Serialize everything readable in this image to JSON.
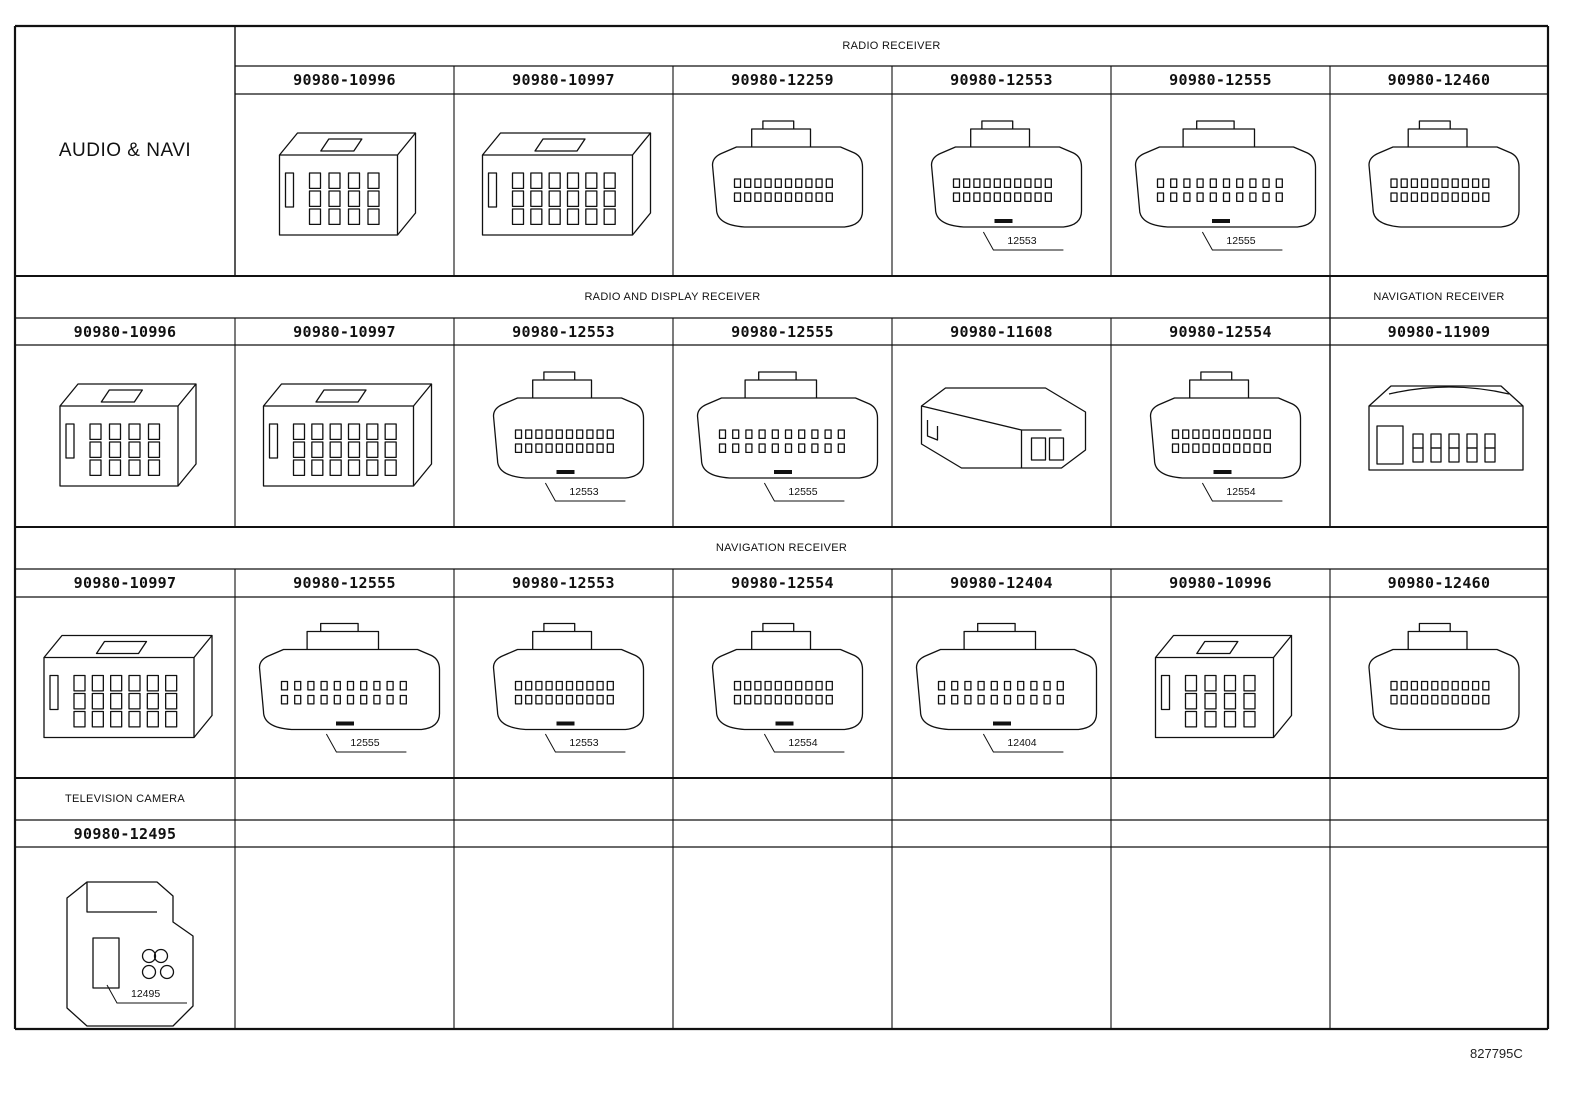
{
  "sheet": {
    "main_label": "AUDIO & NAVI",
    "drawing_id": "827795C"
  },
  "sections": [
    {
      "title": "RADIO RECEIVER",
      "parts": [
        {
          "part_number": "90980-10996",
          "style": "box-connector-small",
          "callout": ""
        },
        {
          "part_number": "90980-10997",
          "style": "box-connector-wide",
          "callout": ""
        },
        {
          "part_number": "90980-12259",
          "style": "pin-header-rounded",
          "callout": ""
        },
        {
          "part_number": "90980-12553",
          "style": "pin-header-latched",
          "callout": "12553"
        },
        {
          "part_number": "90980-12555",
          "style": "pin-header-wide",
          "callout": "12555"
        },
        {
          "part_number": "90980-12460",
          "style": "pin-header-rounded",
          "callout": ""
        }
      ]
    },
    {
      "title": "RADIO AND DISPLAY RECEIVER",
      "parts": [
        {
          "part_number": "90980-10996",
          "style": "box-connector-small",
          "callout": ""
        },
        {
          "part_number": "90980-10997",
          "style": "box-connector-wide",
          "callout": ""
        },
        {
          "part_number": "90980-12553",
          "style": "pin-header-latched",
          "callout": "12553"
        },
        {
          "part_number": "90980-12555",
          "style": "pin-header-wide",
          "callout": "12555"
        },
        {
          "part_number": "90980-11608",
          "style": "two-hole-plug",
          "callout": ""
        },
        {
          "part_number": "90980-12554",
          "style": "pin-header-latched",
          "callout": "12554"
        }
      ]
    },
    {
      "title": "NAVIGATION RECEIVER",
      "parts": [
        {
          "part_number": "90980-11909",
          "style": "clip-connector",
          "callout": ""
        }
      ]
    },
    {
      "title": "NAVIGATION RECEIVER",
      "parts": [
        {
          "part_number": "90980-10997",
          "style": "box-connector-wide",
          "callout": ""
        },
        {
          "part_number": "90980-12555",
          "style": "pin-header-wide",
          "callout": "12555"
        },
        {
          "part_number": "90980-12553",
          "style": "pin-header-latched",
          "callout": "12553"
        },
        {
          "part_number": "90980-12554",
          "style": "pin-header-latched",
          "callout": "12554"
        },
        {
          "part_number": "90980-12404",
          "style": "pin-header-block",
          "callout": "12404"
        },
        {
          "part_number": "90980-10996",
          "style": "box-connector-small",
          "callout": ""
        },
        {
          "part_number": "90980-12460",
          "style": "pin-header-rounded",
          "callout": ""
        }
      ]
    },
    {
      "title": "TELEVISION CAMERA",
      "parts": [
        {
          "part_number": "90980-12495",
          "style": "camera-connector",
          "callout": "12495"
        }
      ]
    }
  ]
}
